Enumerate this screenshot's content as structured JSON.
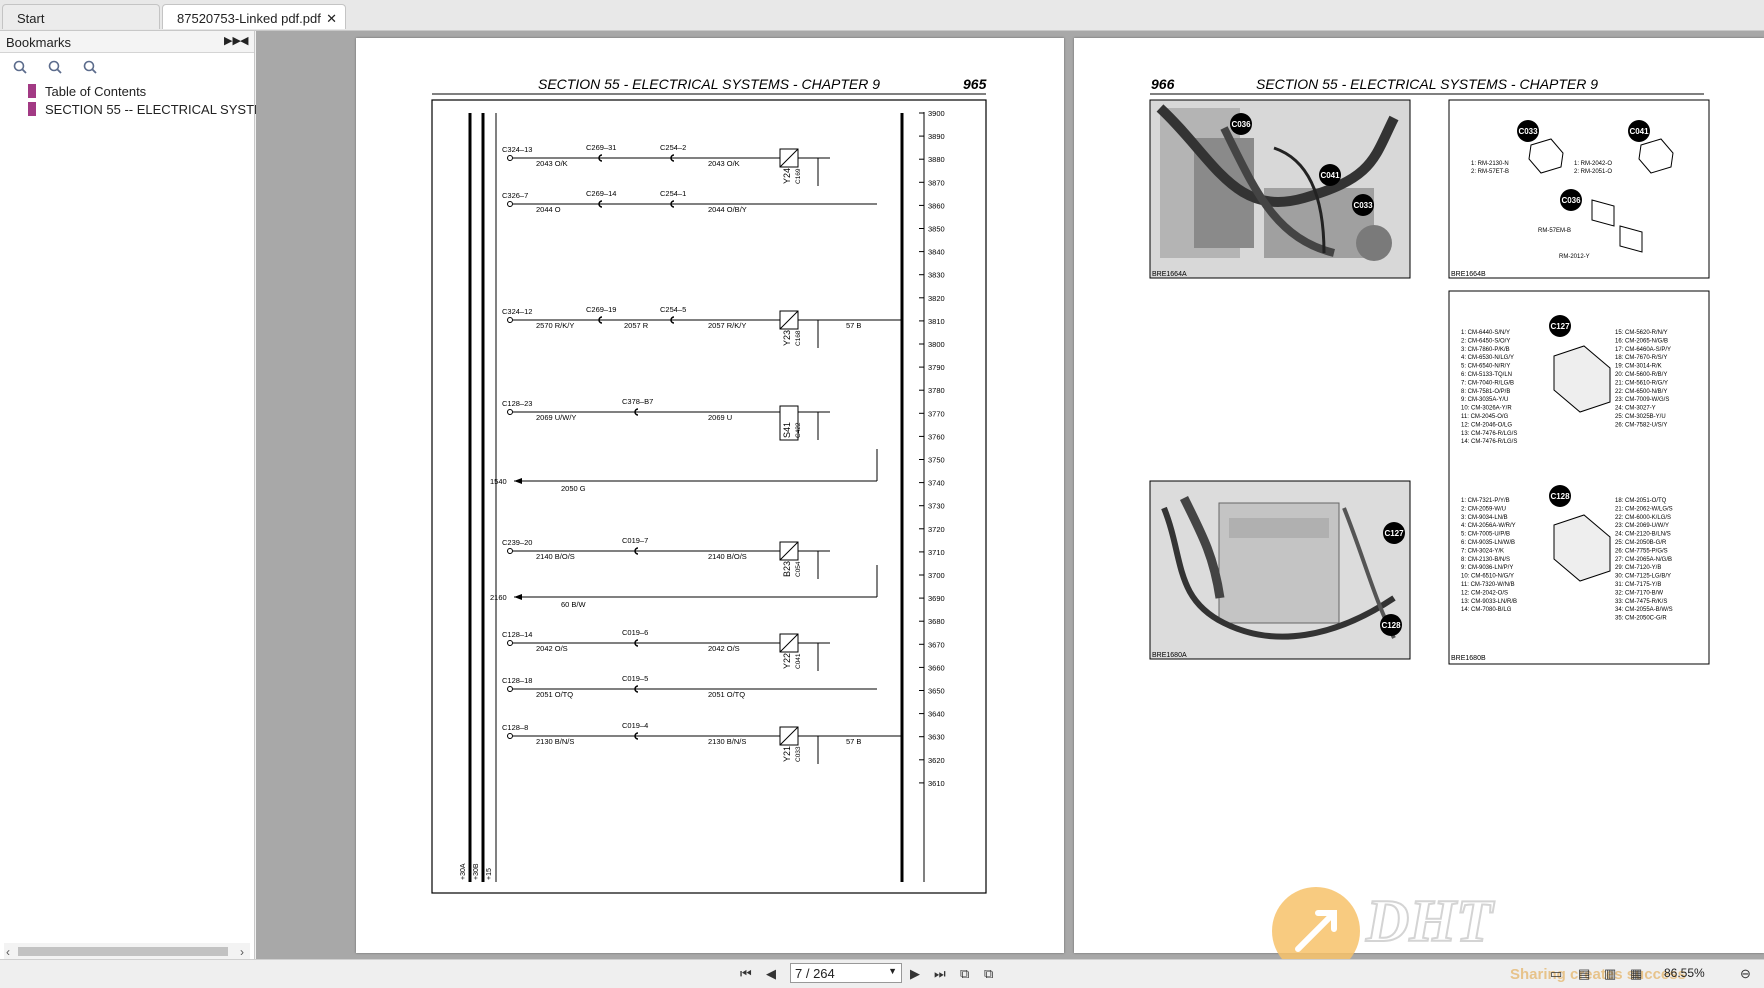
{
  "tabs": [
    {
      "label": "Start",
      "active": false
    },
    {
      "label": "87520753-Linked pdf.pdf",
      "active": true
    }
  ],
  "sidebar": {
    "title": "Bookmarks",
    "items": [
      {
        "label": "Table of Contents"
      },
      {
        "label": "SECTION 55 -- ELECTRICAL SYSTEMS"
      }
    ]
  },
  "page_left": {
    "header": "SECTION 55 - ELECTRICAL SYSTEMS - CHAPTER 9",
    "page_number": "965",
    "bus_labels": [
      "+30A",
      "+30B",
      "+15"
    ],
    "scale": [
      "3900",
      "3890",
      "3880",
      "3870",
      "3860",
      "3850",
      "3840",
      "3830",
      "3820",
      "3810",
      "3800",
      "3790",
      "3780",
      "3770",
      "3760",
      "3750",
      "3740",
      "3730",
      "3720",
      "3710",
      "3700",
      "3690",
      "3680",
      "3670",
      "3660",
      "3650",
      "3640",
      "3630",
      "3620",
      "3610"
    ],
    "circuits": [
      {
        "src": "C324–13",
        "wire1": "2043 O/K",
        "conn1": "C269–31",
        "conn2": "C254–2",
        "wire2": "2043 O/K",
        "dev": "Y24",
        "cnum": "C169"
      },
      {
        "src": "C326–7",
        "wire1": "2044 O",
        "conn1": "C269–14",
        "conn2": "C254–1",
        "wire2": "2044 O/B/Y"
      },
      {
        "src": "C324–12",
        "wire1": "2570 R/K/Y",
        "conn1": "C269–19",
        "wire_mid": "2057 R",
        "conn2": "C254–5",
        "wire2": "2057 R/K/Y",
        "dev": "Y23",
        "cnum": "C168",
        "tail": "57 B"
      },
      {
        "src": "C128–23",
        "wire1": "2069 U/W/Y",
        "conn1": "C378–B7",
        "wire2": "2069 U",
        "dev": "S41",
        "cnum": "C422"
      },
      {
        "src": "1540",
        "wire1": "2050 G"
      },
      {
        "src": "C239–20",
        "wire1": "2140 B/O/S",
        "conn1": "C019–7",
        "wire2": "2140 B/O/S",
        "dev": "B23",
        "cnum": "C054"
      },
      {
        "src": "2160",
        "wire1": "60 B/W"
      },
      {
        "src": "C128–14",
        "wire1": "2042 O/S",
        "conn1": "C019–6",
        "wire2": "2042 O/S",
        "dev": "Y22",
        "cnum": "C041"
      },
      {
        "src": "C128–18",
        "wire1": "2051 O/TQ",
        "conn1": "C019–5",
        "wire2": "2051 O/TQ"
      },
      {
        "src": "C128–8",
        "wire1": "2130 B/N/S",
        "conn1": "C019–4",
        "wire2": "2130 B/N/S",
        "dev": "Y21",
        "cnum": "C033",
        "tail": "57 B"
      }
    ]
  },
  "page_right": {
    "header": "SECTION 55 - ELECTRICAL SYSTEMS - CHAPTER 9",
    "page_number": "966",
    "photo1": {
      "ref": "BRE1664A",
      "callouts": [
        "C036",
        "C041",
        "C033"
      ]
    },
    "box1": {
      "ref": "BRE1664B",
      "c033": {
        "label": "C033",
        "pins": [
          "1: RM-2130-N",
          "2: RM-57ET-B"
        ]
      },
      "c041": {
        "label": "C041",
        "pins": [
          "1: RM-2042-O",
          "2: RM-2051-O"
        ]
      },
      "c036": {
        "label": "C036",
        "pins": [
          "RM-57EM-B",
          "RM-2012-Y"
        ]
      }
    },
    "box2": {
      "ref": "BRE1680B",
      "c127": {
        "label": "C127",
        "left": [
          "1: CM-6440-S/N/Y",
          "2: CM-6450-S/O/Y",
          "3: CM-7860-P/K/B",
          "4: CM-6530-N/LG/Y",
          "5: CM-6540-N/R/Y",
          "6: CM-5133-TQ/LN",
          "7: CM-7040-R/LG/B",
          "8: CM-7581-O/P/B",
          "9: CM-3035A-Y/U",
          "10: CM-3026A-Y/R",
          "11: CM-2045-O/G",
          "12: CM-2046-O/LG",
          "13: CM-7476-R/LG/S",
          "14: CM-7476-R/LG/S"
        ],
        "right": [
          "15: CM-5620-R/N/Y",
          "16: CM-2065-N/G/B",
          "17: CM-6460A-S/P/Y",
          "18: CM-7670-R/S/Y",
          "19: CM-3014-R/K",
          "20: CM-5600-R/B/Y",
          "21: CM-5610-R/G/Y",
          "22: CM-6500-N/B/Y",
          "23: CM-7009-W/G/S",
          "24: CM-3027-Y",
          "25: CM-3025B-Y/U",
          "26: CM-7582-U/S/Y"
        ]
      },
      "c128": {
        "label": "C128",
        "left": [
          "1: CM-7321-P/Y/B",
          "2: CM-2059-W/U",
          "3: CM-9034-LN/B",
          "4: CM-2056A-W/R/Y",
          "5: CM-7005-U/P/B",
          "6: CM-9035-LN/W/B",
          "7: CM-3024-Y/K",
          "8: CM-2130-B/N/S",
          "9: CM-9036-LN/P/Y",
          "10: CM-6510-N/G/Y",
          "11: CM-7320-W/N/B",
          "12: CM-2042-O/S",
          "13: CM-9033-LN/R/B",
          "14: CM-7080-B/LG"
        ],
        "right": [
          "18: CM-2051-O/TQ",
          "21: CM-2062-W/LG/S",
          "22: CM-6000-K/LG/S",
          "23: CM-2069-U/W/Y",
          "24: CM-2120-B/LN/S",
          "25: CM-2050B-G/R",
          "26: CM-7755-P/G/S",
          "27: CM-2065A-N/G/B",
          "29: CM-7120-Y/B",
          "30: CM-7125-LG/B/Y",
          "31: CM-7175-Y/B",
          "32: CM-7170-B/W",
          "33: CM-7475-R/K/S",
          "34: CM-2055A-B/W/S",
          "35: CM-2050C-G/R"
        ]
      }
    },
    "photo2": {
      "ref": "BRE1680A",
      "callouts": [
        "C127",
        "C128"
      ]
    }
  },
  "toolbar": {
    "page_indicator": "7 / 264",
    "zoom": "86.55%"
  },
  "watermark": {
    "logo": "DHT",
    "slogan": "Sharing creates success"
  }
}
